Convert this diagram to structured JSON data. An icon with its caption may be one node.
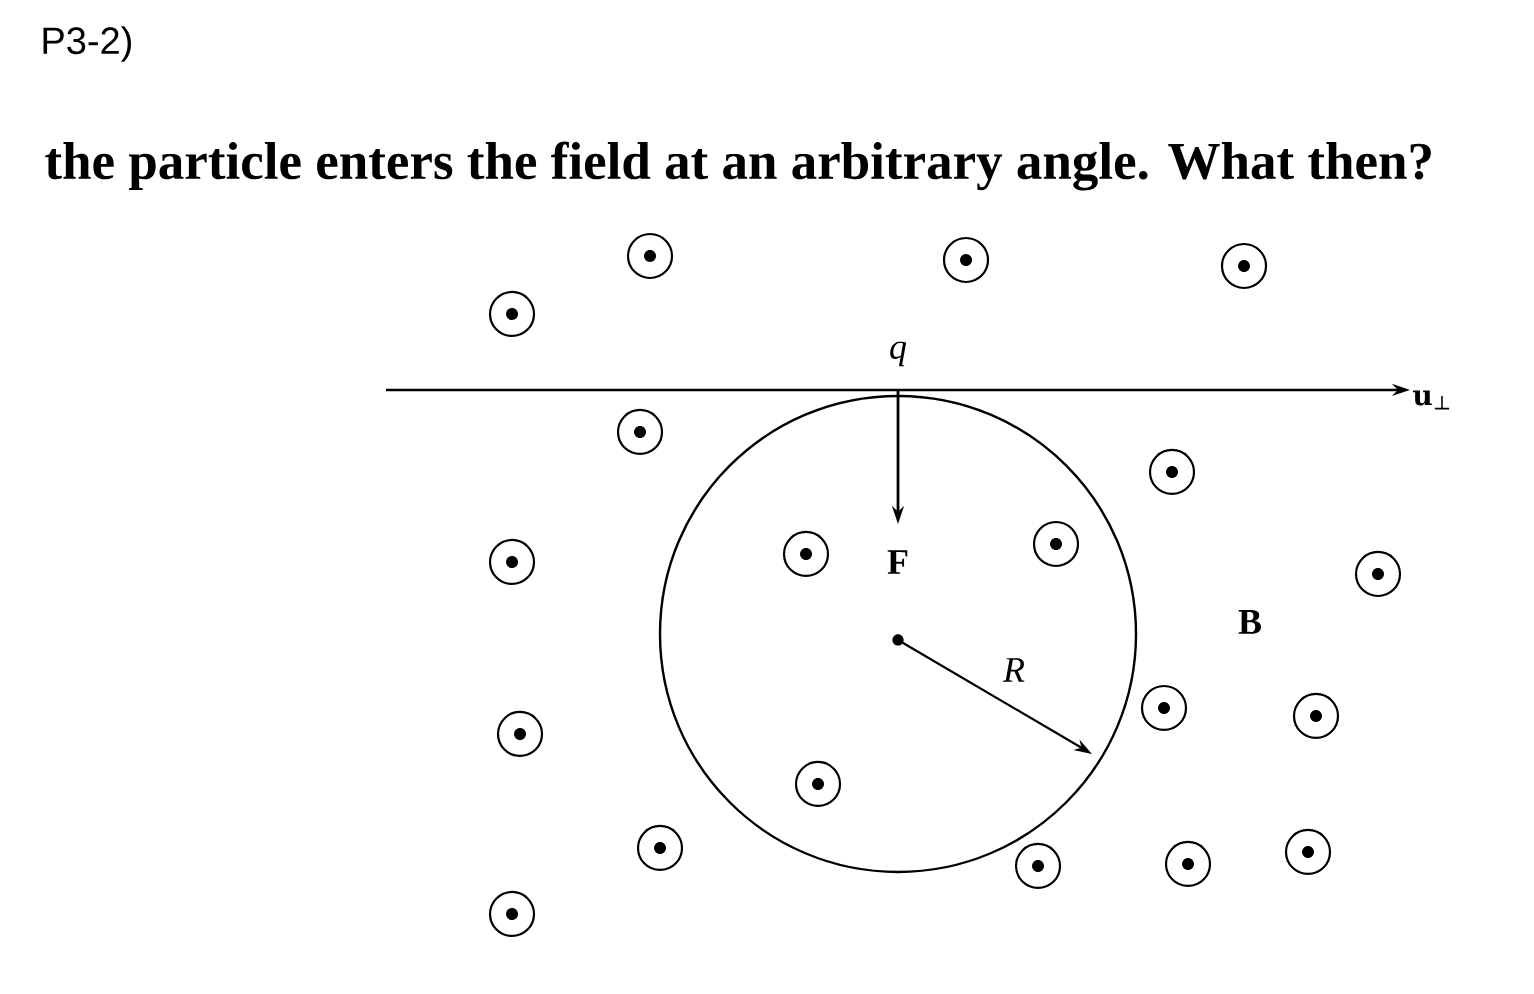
{
  "diagram": {
    "title": "P3-2)",
    "labels": [
      "the particle enters the field at an arbitrary angle. What then?",
      "q",
      "**u**$_{⊥}$",
      "F",
      "B",
      "R"
    ]
  }
}
